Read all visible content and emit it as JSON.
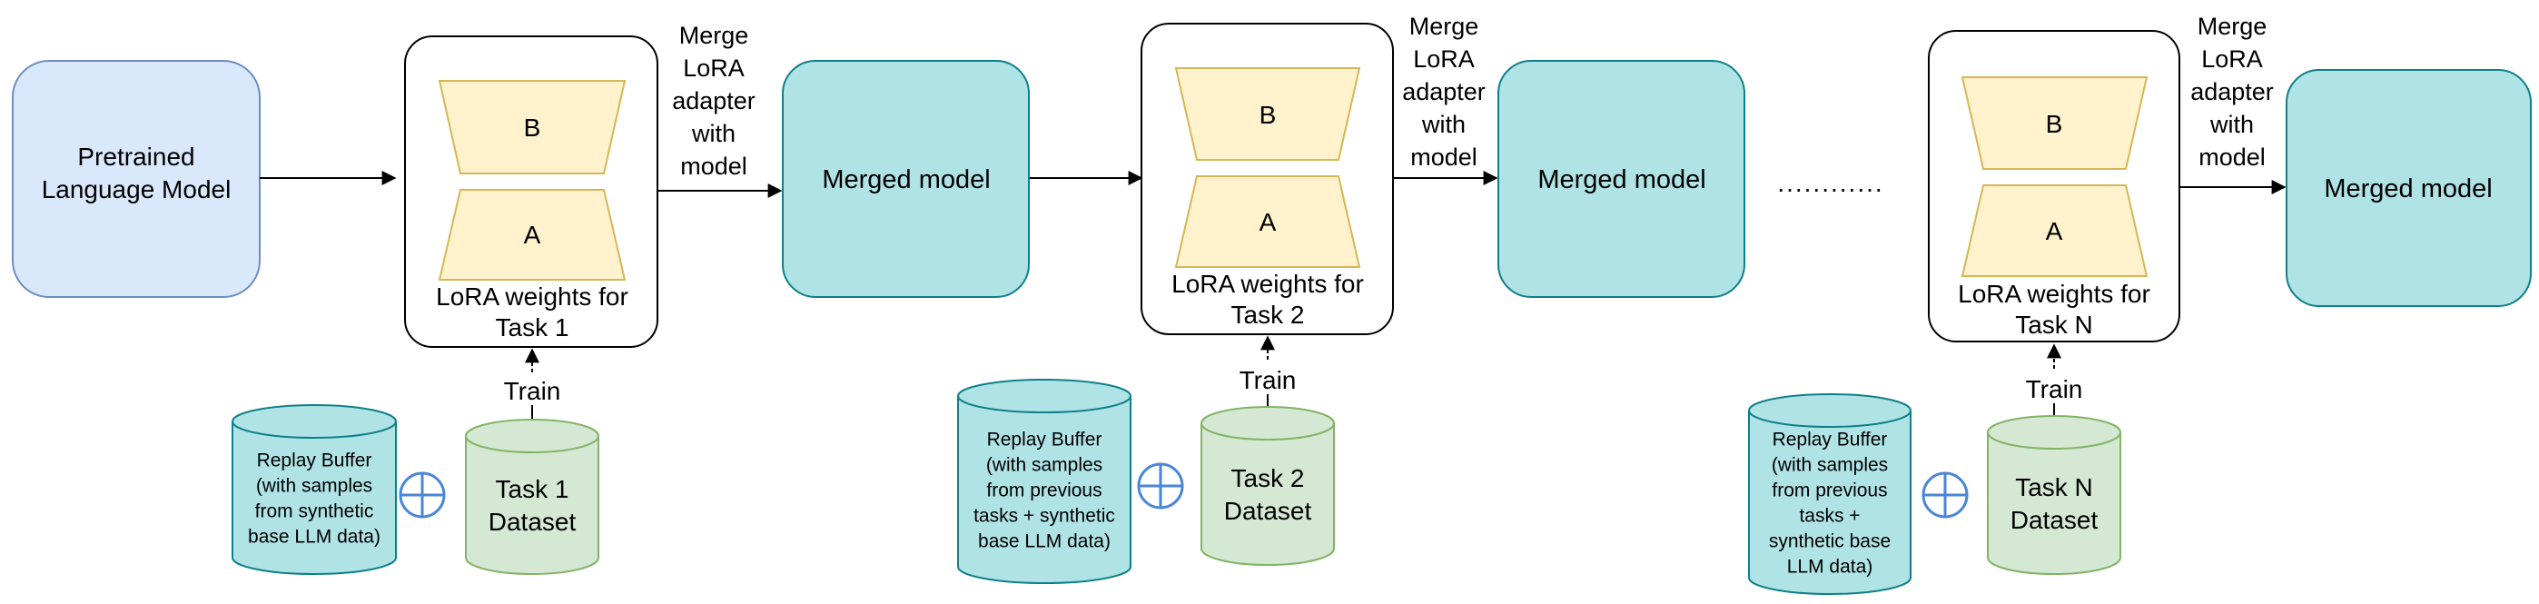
{
  "nodes": {
    "pretrained": "Pretrained Language Model",
    "merged_label": "Merged model",
    "lora_b": "B",
    "lora_a": "A",
    "lora_label_prefix": "LoRA weights for",
    "train_label": "Train",
    "merge_label_lines": [
      "Merge",
      "LoRA",
      "adapter",
      "with",
      "model"
    ],
    "ellipsis": "............"
  },
  "stages": [
    {
      "task": "Task 1",
      "dataset_lines": [
        "Task 1",
        "Dataset"
      ],
      "replay_lines": [
        "Replay Buffer",
        "(with samples",
        "from synthetic",
        "base LLM data)"
      ]
    },
    {
      "task": "Task 2",
      "dataset_lines": [
        "Task 2",
        "Dataset"
      ],
      "replay_lines": [
        "Replay Buffer",
        "(with samples",
        "from previous",
        "tasks + synthetic",
        "base LLM data)"
      ]
    },
    {
      "task": "Task N",
      "dataset_lines": [
        "Task N",
        "Dataset"
      ],
      "replay_lines": [
        "Replay Buffer",
        "(with samples",
        "from previous",
        "tasks +",
        "synthetic base",
        "LLM data)"
      ]
    }
  ],
  "colors": {
    "pretrained_fill": "#dae8fc",
    "pretrained_stroke": "#6c8ebf",
    "merged_fill": "#b0e3e6",
    "merged_stroke": "#0e8088",
    "lora_fill": "#fff2cc",
    "lora_stroke": "#d6b656",
    "dataset_fill": "#d5e8d4",
    "dataset_stroke": "#82b366",
    "replay_fill": "#b0e3e6",
    "replay_stroke": "#0e8088",
    "plus_stroke": "#4a86d8",
    "line": "#000000"
  }
}
